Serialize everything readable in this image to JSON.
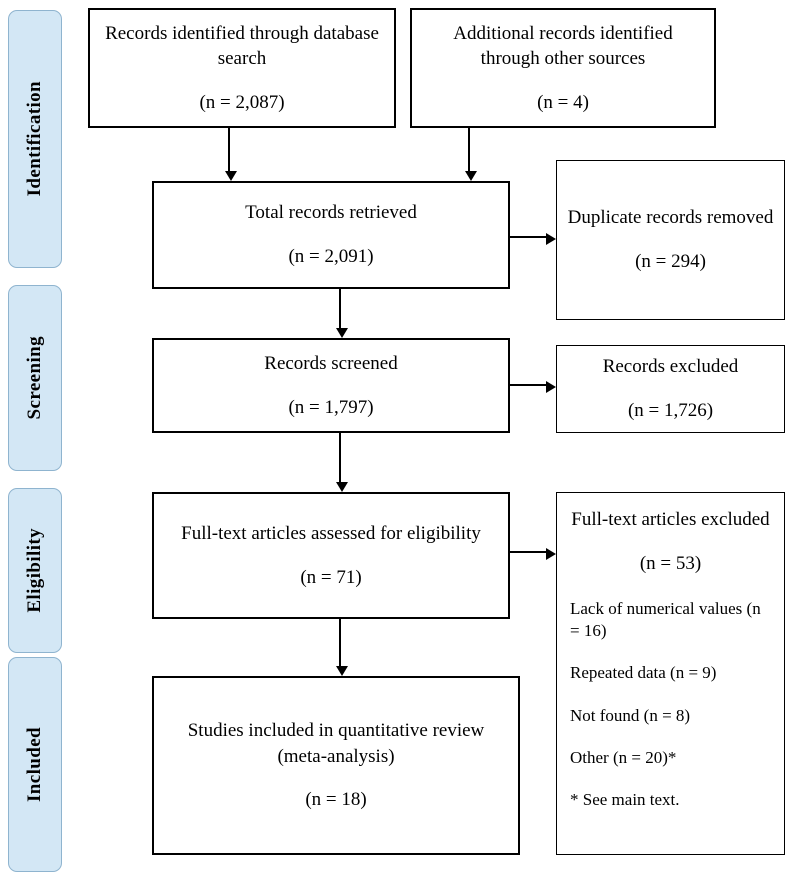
{
  "sidebar": {
    "stages": [
      {
        "label": "Identification"
      },
      {
        "label": "Screening"
      },
      {
        "label": "Eligibility"
      },
      {
        "label": "Included"
      }
    ]
  },
  "boxes": {
    "db_search": {
      "label": "Records identified through database search",
      "count": "(n = 2,087)"
    },
    "other_sources": {
      "label": "Additional records identified through other sources",
      "count": "(n = 4)"
    },
    "total_retrieved": {
      "label": "Total records retrieved",
      "count": "(n = 2,091)"
    },
    "duplicates_removed": {
      "label": "Duplicate records removed",
      "count": "(n = 294)"
    },
    "records_screened": {
      "label": "Records screened",
      "count": "(n = 1,797)"
    },
    "records_excluded": {
      "label": "Records excluded",
      "count": "(n = 1,726)"
    },
    "fulltext_assessed": {
      "label": "Full-text articles assessed for eligibility",
      "count": "(n = 71)"
    },
    "fulltext_excluded": {
      "label": "Full-text articles excluded",
      "count": "(n = 53)",
      "reasons": [
        "Lack of numerical values (n = 16)",
        "Repeated data (n = 9)",
        "Not found (n = 8)",
        "Other (n = 20)*",
        "* See main text."
      ]
    },
    "studies_included": {
      "label": "Studies included in quantitative review (meta-analysis)",
      "count": "(n = 18)"
    }
  },
  "colors": {
    "stage_fill": "#d3e7f5",
    "stage_border": "#8fb4cf",
    "box_border": "#000000",
    "arrow": "#000000"
  }
}
